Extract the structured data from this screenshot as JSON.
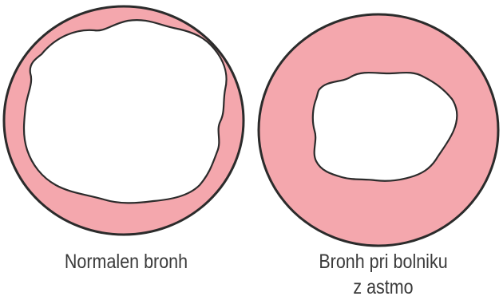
{
  "colors": {
    "wall_fill": "#f4a7ad",
    "outline": "#2b2b2b",
    "lumen_fill": "#ffffff",
    "text": "#3a3a3a"
  },
  "bronchi": [
    {
      "label": "Normalen bronh",
      "state": "normal"
    },
    {
      "label_line1": "Bronh pri bolniku",
      "label_line2": "z astmo",
      "state": "asthma"
    }
  ]
}
